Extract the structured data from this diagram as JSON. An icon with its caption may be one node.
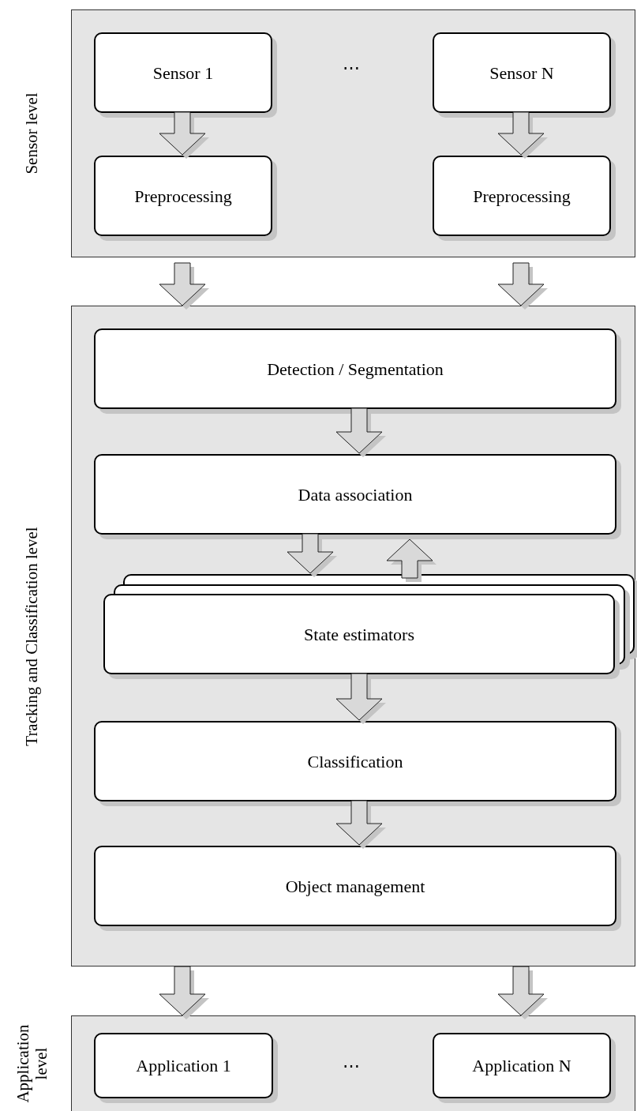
{
  "diagram": {
    "nodes": [
      {
        "text": [
          "Sensor level"
        ]
      },
      {
        "text": [
          "Sensor 1"
        ],
        "in": 0
      },
      {
        "text": [
          "Sensor N"
        ],
        "in": 0
      },
      {
        "text": [
          "Preprocessing"
        ],
        "in": 0
      },
      {
        "text": [
          "Preprocessing"
        ],
        "in": 0
      },
      {
        "text": [
          "Tracking and Classification level"
        ]
      },
      {
        "text": [
          "Detection / Segmentation"
        ],
        "in": 5
      },
      {
        "text": [
          "Data association"
        ],
        "in": 5
      },
      {
        "text": [
          "State estimators"
        ],
        "in": 5
      },
      {
        "text": [
          "Classification"
        ],
        "in": 5
      },
      {
        "text": [
          "Object management"
        ],
        "in": 5
      },
      {
        "text": [
          "Application level"
        ]
      },
      {
        "text": [
          "Application 1"
        ],
        "in": 11
      },
      {
        "text": [
          "Application N"
        ],
        "in": 11
      }
    ],
    "edges": [
      {
        "from": 1,
        "to": 3,
        "arrow": "to"
      },
      {
        "from": 2,
        "to": 4,
        "arrow": "to"
      },
      {
        "from": 3,
        "to": 6,
        "arrow": "to"
      },
      {
        "from": 4,
        "to": 6,
        "arrow": "to"
      },
      {
        "from": 6,
        "to": 7,
        "arrow": "to"
      },
      {
        "from": 7,
        "to": 8,
        "arrow": "to"
      },
      {
        "from": 8,
        "to": 7,
        "arrow": "to"
      },
      {
        "from": 8,
        "to": 9,
        "arrow": "to"
      },
      {
        "from": 9,
        "to": 10,
        "arrow": "to"
      },
      {
        "from": 5,
        "to": 11,
        "arrow": "to"
      },
      {
        "from": 5,
        "to": 11,
        "arrow": "to"
      }
    ],
    "labels": [
      "⋯",
      "⋯"
    ]
  }
}
